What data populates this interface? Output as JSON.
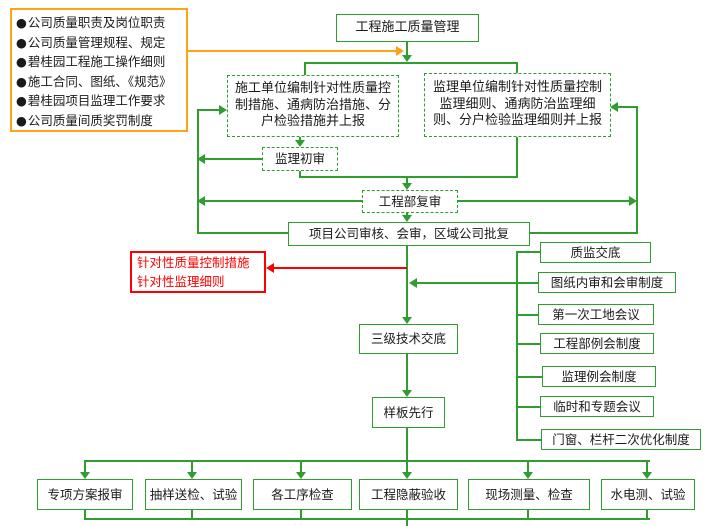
{
  "colors": {
    "green": "#2f9d2f",
    "orange": "#ffa216",
    "red": "#ff0000",
    "text_dark": "#1a1a1a"
  },
  "source_box": {
    "bullet": "●",
    "items": [
      "公司质量职责及岗位职责",
      "公司质量管理规程、规定",
      "碧桂园工程施工操作细则",
      "施工合同、图纸、《规范》",
      "碧桂园项目监理工作要求",
      "公司质量间质奖罚制度"
    ]
  },
  "nodes": {
    "title": "工程施工质量管理",
    "contractor_prep": "施工单位编制针对性质量控制措施、通病防治措施、分户检验措施并上报",
    "supervisor_prep": "监理单位编制针对性质量控制监理细则、通病防治监理细则、分户检验监理细则并上报",
    "initial_review": "监理初审",
    "dept_review": "工程部复审",
    "company_approval": "项目公司审核、会审，区域公司批复",
    "red_output": "针对性质量控制措施\n针对性监理细则",
    "tech_disclosure": "三级技术交底",
    "model_first": "样板先行"
  },
  "institutions": [
    "质监交底",
    "图纸内审和会审制度",
    "第一次工地会议",
    "工程部例会制度",
    "监理例会制度",
    "临时和专题会议",
    "门窗、栏杆二次优化制度"
  ],
  "bottom_actions": [
    "专项方案报审",
    "抽样送检、试验",
    "各工序检查",
    "工程隐蔽验收",
    "现场测量、检查",
    "水电测、试验"
  ]
}
